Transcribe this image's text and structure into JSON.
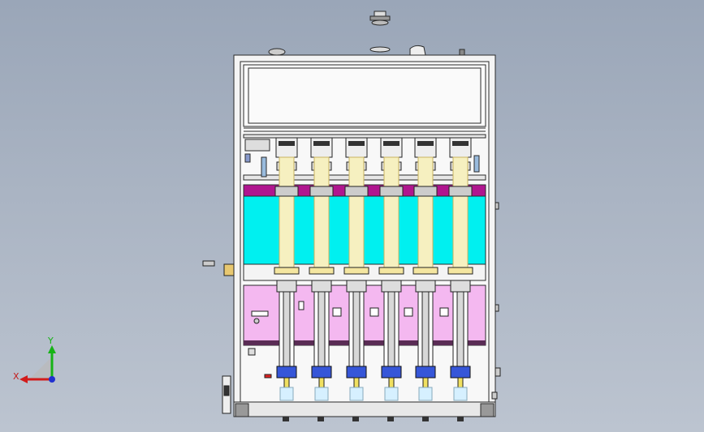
{
  "viewport": {
    "background": "#a7b1c1"
  },
  "colors": {
    "frame": "#f4f4f4",
    "outline": "#2a2a2a",
    "cyan_panel": "#00f0f0",
    "magenta_bar": "#b0158f",
    "pink_panel": "#f4b8f0",
    "cylinder_yellow": "#f6f0c0",
    "blue_nozzle": "#3656d8",
    "axis_x": "#d21b1b",
    "axis_y": "#16b316",
    "axis_z": "#2030d0"
  },
  "icons": {
    "triad": "xyz-triad-icon"
  },
  "axes": {
    "x_label": "X",
    "y_label": "Y"
  },
  "machine": {
    "filler_heads": 6
  }
}
